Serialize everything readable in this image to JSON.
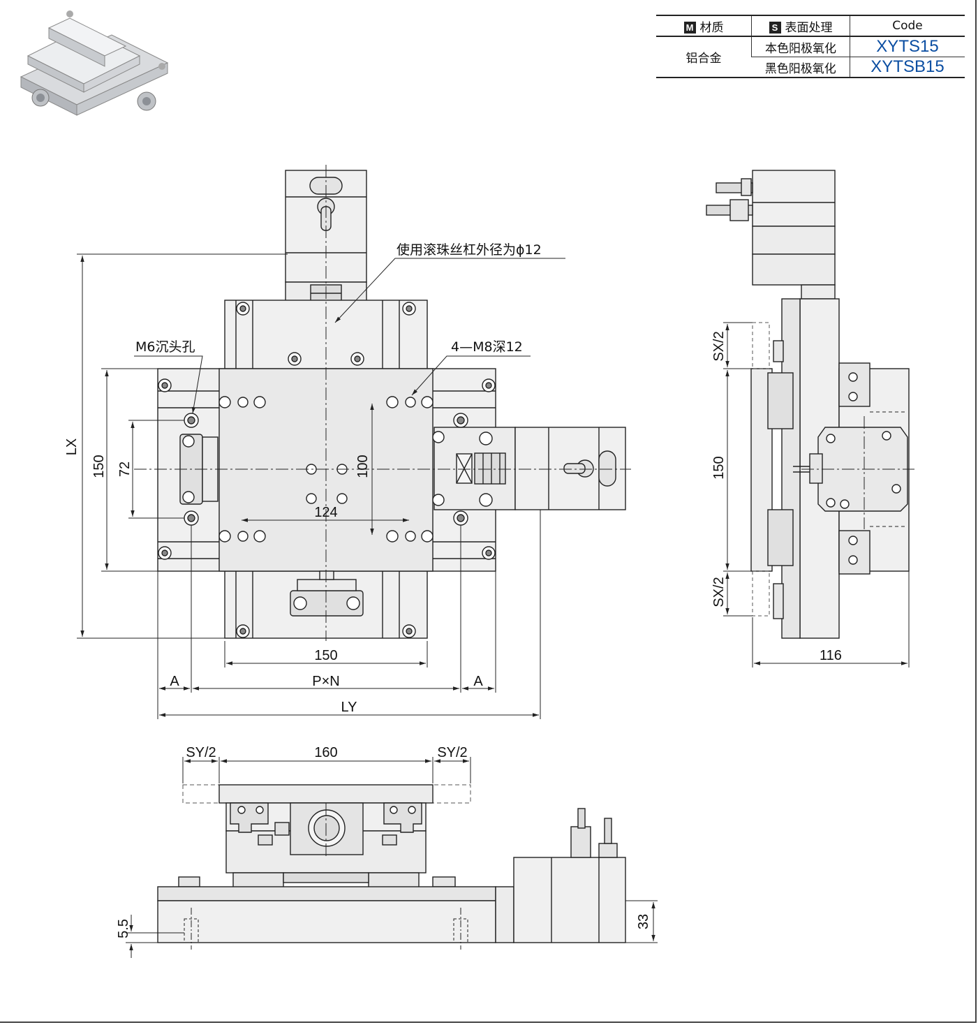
{
  "spec_table": {
    "headers": [
      {
        "badge": "M",
        "label": "材质"
      },
      {
        "badge": "S",
        "label": "表面处理"
      },
      {
        "badge": "",
        "label": "Code"
      }
    ],
    "material": "铝合金",
    "rows": [
      {
        "finish": "本色阳极氧化",
        "code": "XYTS15"
      },
      {
        "finish": "黑色阳极氧化",
        "code": "XYTSB15"
      }
    ]
  },
  "callouts": {
    "ball_screw": "使用滚珠丝杠外径为ϕ12",
    "counterbore": "M6沉头孔",
    "tapped_holes": "4—M8深12"
  },
  "top_view_dims": {
    "lx": "LX",
    "h150": "150",
    "h72": "72",
    "h100": "100",
    "w124": "124",
    "w150": "150",
    "a_left": "A",
    "pxn": "P×N",
    "a_right": "A",
    "ly": "LY"
  },
  "side_view_dims": {
    "sx_top": "SX/2",
    "h150": "150",
    "sx_bottom": "SX/2",
    "w116": "116"
  },
  "front_view_dims": {
    "sy_left": "SY/2",
    "w160": "160",
    "sy_right": "SY/2",
    "h5_5": "5.5",
    "h33": "33"
  },
  "colors": {
    "line": "#222222",
    "fill": "#f0f0f0",
    "fill_dark": "#dcdcdc",
    "code_blue": "#0b4ea2"
  }
}
